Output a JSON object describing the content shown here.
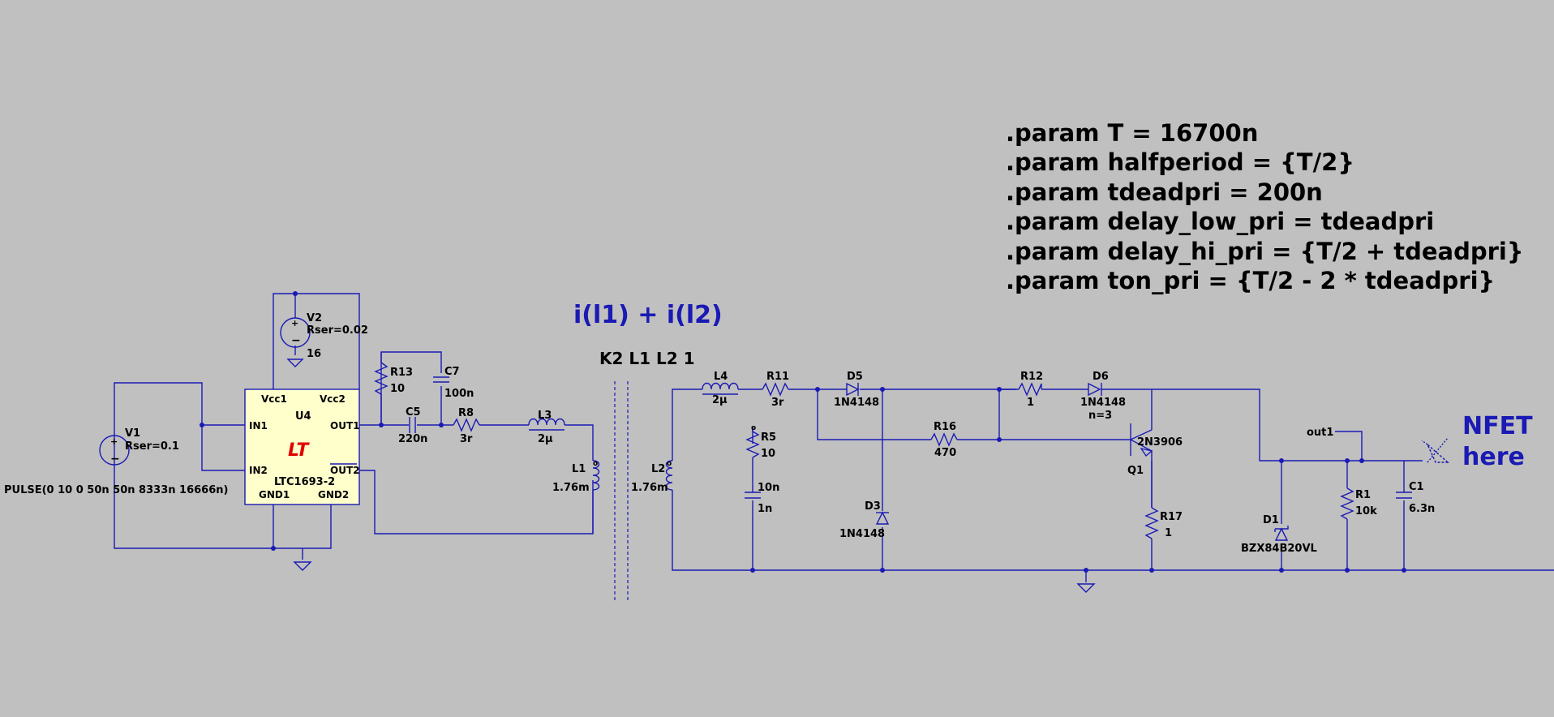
{
  "directives": [
    ".param T = 16700n",
    ".param halfperiod = {T/2}",
    ".param tdeadpri = 200n",
    ".param delay_low_pri = tdeadpri",
    ".param delay_hi_pri = {T/2 + tdeadpri}",
    ".param ton_pri = {T/2 - 2 * tdeadpri}"
  ],
  "probe_label": "i(l1) + i(l2)",
  "coupling": "K2 L1 L2 1",
  "note": [
    "NFET",
    "here"
  ],
  "components": {
    "V1": {
      "name": "V1",
      "value": "Rser=0.1",
      "source": "PULSE(0 10 0 50n 50n 8333n 16666n)"
    },
    "V2": {
      "name": "V2",
      "value": "Rser=0.02",
      "source": "16"
    },
    "U4": {
      "name": "U4",
      "part": "LTC1693-2",
      "logo": "LT",
      "pins": {
        "vcc1": "Vcc1",
        "vcc2": "Vcc2",
        "in1": "IN1",
        "in2": "IN2",
        "out1": "OUT1",
        "out2": "OUT2",
        "gnd1": "GND1",
        "gnd2": "GND2"
      }
    },
    "R13": {
      "name": "R13",
      "value": "10"
    },
    "C7": {
      "name": "C7",
      "value": "100n"
    },
    "C5": {
      "name": "C5",
      "value": "220n"
    },
    "R8": {
      "name": "R8",
      "value": "3r"
    },
    "L3": {
      "name": "L3",
      "value": "2µ"
    },
    "L1": {
      "name": "L1",
      "value": "1.76m"
    },
    "L2": {
      "name": "L2",
      "value": "1.76m"
    },
    "L4": {
      "name": "L4",
      "value": "2µ"
    },
    "R11": {
      "name": "R11",
      "value": "3r"
    },
    "R5": {
      "name": "R5",
      "value": "10"
    },
    "C_unnamed": {
      "name": "10n",
      "value": "1n"
    },
    "D5": {
      "name": "D5",
      "value": "1N4148"
    },
    "D3": {
      "name": "D3",
      "value": "1N4148"
    },
    "R16": {
      "name": "R16",
      "value": "470"
    },
    "R12": {
      "name": "R12",
      "value": "1"
    },
    "D6": {
      "name": "D6",
      "value": "1N4148",
      "extra": "n=3"
    },
    "Q1": {
      "name": "Q1",
      "value": "2N3906"
    },
    "R17": {
      "name": "R17",
      "value": "1"
    },
    "D1": {
      "name": "D1",
      "value": "BZX84B20VL"
    },
    "R1": {
      "name": "R1",
      "value": "10k"
    },
    "C1": {
      "name": "C1",
      "value": "6.3n"
    },
    "net_out1": "out1"
  }
}
